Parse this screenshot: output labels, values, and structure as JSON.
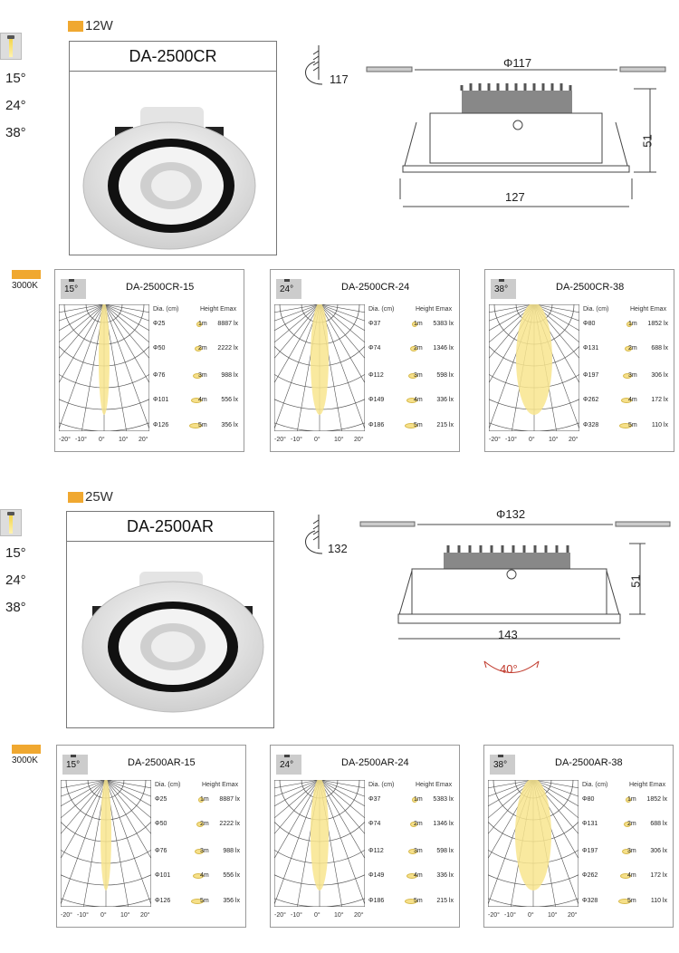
{
  "beam_angles": [
    "15°",
    "24°",
    "38°"
  ],
  "cct": "3000K",
  "sections": [
    {
      "watt": "12W",
      "model": "DA-2500CR",
      "tilt_diameter": "117",
      "dims": {
        "top": "Φ117",
        "height": "51",
        "bottom": "127"
      },
      "tilt_angle": ""
    },
    {
      "watt": "25W",
      "model": "DA-2500AR",
      "tilt_diameter": "132",
      "dims": {
        "top": "Φ132",
        "height": "51",
        "bottom": "143"
      },
      "tilt_angle": "40°"
    }
  ],
  "photometric_header": {
    "dia": "Dia. (cm)",
    "height": "Height Emax"
  },
  "x_ticks": [
    "-20°",
    "-10°",
    "0°",
    "10°",
    "20°"
  ],
  "cards": [
    {
      "title": "DA-2500CR-15",
      "angle": "15°",
      "rows": [
        {
          "dia": "Φ25",
          "h": "1m",
          "lx": "8887 lx"
        },
        {
          "dia": "Φ50",
          "h": "2m",
          "lx": "2222 lx"
        },
        {
          "dia": "Φ76",
          "h": "3m",
          "lx": "988 lx"
        },
        {
          "dia": "Φ101",
          "h": "4m",
          "lx": "556 lx"
        },
        {
          "dia": "Φ126",
          "h": "5m",
          "lx": "356 lx"
        }
      ]
    },
    {
      "title": "DA-2500CR-24",
      "angle": "24°",
      "rows": [
        {
          "dia": "Φ37",
          "h": "1m",
          "lx": "5383 lx"
        },
        {
          "dia": "Φ74",
          "h": "2m",
          "lx": "1346 lx"
        },
        {
          "dia": "Φ112",
          "h": "3m",
          "lx": "598 lx"
        },
        {
          "dia": "Φ149",
          "h": "4m",
          "lx": "336 lx"
        },
        {
          "dia": "Φ186",
          "h": "5m",
          "lx": "215 lx"
        }
      ]
    },
    {
      "title": "DA-2500CR-38",
      "angle": "38°",
      "rows": [
        {
          "dia": "Φ80",
          "h": "1m",
          "lx": "1852 lx"
        },
        {
          "dia": "Φ131",
          "h": "2m",
          "lx": "688 lx"
        },
        {
          "dia": "Φ197",
          "h": "3m",
          "lx": "306 lx"
        },
        {
          "dia": "Φ262",
          "h": "4m",
          "lx": "172 lx"
        },
        {
          "dia": "Φ328",
          "h": "5m",
          "lx": "110 lx"
        }
      ]
    },
    {
      "title": "DA-2500AR-15",
      "angle": "15°",
      "rows": [
        {
          "dia": "Φ25",
          "h": "1m",
          "lx": "8887 lx"
        },
        {
          "dia": "Φ50",
          "h": "2m",
          "lx": "2222 lx"
        },
        {
          "dia": "Φ76",
          "h": "3m",
          "lx": "988 lx"
        },
        {
          "dia": "Φ101",
          "h": "4m",
          "lx": "556 lx"
        },
        {
          "dia": "Φ126",
          "h": "5m",
          "lx": "356 lx"
        }
      ]
    },
    {
      "title": "DA-2500AR-24",
      "angle": "24°",
      "rows": [
        {
          "dia": "Φ37",
          "h": "1m",
          "lx": "5383 lx"
        },
        {
          "dia": "Φ74",
          "h": "2m",
          "lx": "1346 lx"
        },
        {
          "dia": "Φ112",
          "h": "3m",
          "lx": "598 lx"
        },
        {
          "dia": "Φ149",
          "h": "4m",
          "lx": "336 lx"
        },
        {
          "dia": "Φ186",
          "h": "5m",
          "lx": "215 lx"
        }
      ]
    },
    {
      "title": "DA-2500AR-38",
      "angle": "38°",
      "rows": [
        {
          "dia": "Φ80",
          "h": "1m",
          "lx": "1852 lx"
        },
        {
          "dia": "Φ131",
          "h": "2m",
          "lx": "688 lx"
        },
        {
          "dia": "Φ197",
          "h": "3m",
          "lx": "306 lx"
        },
        {
          "dia": "Φ262",
          "h": "4m",
          "lx": "172 lx"
        },
        {
          "dia": "Φ328",
          "h": "5m",
          "lx": "110 lx"
        }
      ]
    }
  ],
  "colors": {
    "accent": "#f0a830",
    "beam": "#f6e08a"
  }
}
